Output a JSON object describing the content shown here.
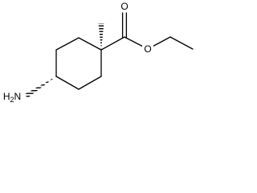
{
  "molecule": {
    "atoms": {
      "amine": "H2N",
      "carbonyl_oxygen": "O",
      "ester_oxygen": "O"
    },
    "colors": {
      "background": "#ffffff",
      "bonds": "#000000",
      "labels": "#000000"
    }
  }
}
